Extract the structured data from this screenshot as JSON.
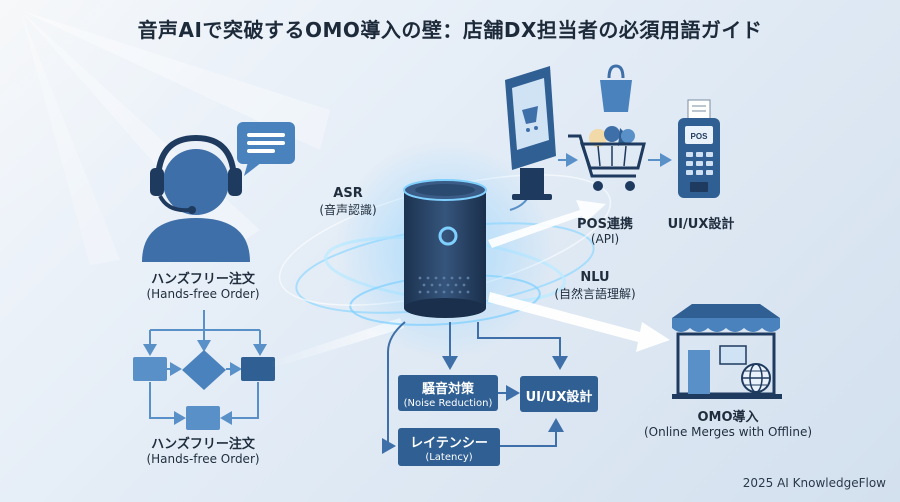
{
  "title": "音声AIで突破するOMO導入の壁：店舗DX担当者の必須用語ガイド",
  "labels": {
    "handsfree_top": {
      "main": "ハンズフリー注文",
      "sub": "(Hands-free Order)"
    },
    "handsfree_bottom": {
      "main": "ハンズフリー注文",
      "sub": "(Hands-free Order)"
    },
    "asr": {
      "main": "ASR",
      "sub": "(音声認識)"
    },
    "pos_link": {
      "main": "POS連携",
      "sub": "(API)"
    },
    "uiux_top": {
      "main": "UI/UX設計"
    },
    "nlu": {
      "main": "NLU",
      "sub": "(自然言語理解)"
    },
    "noise": {
      "main": "騒音対策",
      "sub": "(Noise Reduction)"
    },
    "uiux_box": {
      "main": "UI/UX設計"
    },
    "latency": {
      "main": "レイテンシー",
      "sub": "(Latency)"
    },
    "omo": {
      "main": "OMO導入",
      "sub": "(Online Merges with Offline)"
    }
  },
  "icons": {
    "operator": "headset-operator-icon",
    "chat": "chat-bubble-icon",
    "speaker": "smart-speaker-icon",
    "kiosk": "kiosk-terminal-icon",
    "bag": "shopping-bag-icon",
    "cart": "shopping-cart-icon",
    "pos": "pos-terminal-icon",
    "store": "storefront-icon",
    "globe": "globe-icon"
  },
  "pos_screen_text": "POS",
  "colors": {
    "navy": "#1e3a5f",
    "mid_blue": "#3f6fa8",
    "box_blue": "#2f5f93",
    "light_blue": "#5a90c8",
    "glow": "#7fd0ff"
  },
  "credit": "2025 AI KnowledgeFlow"
}
